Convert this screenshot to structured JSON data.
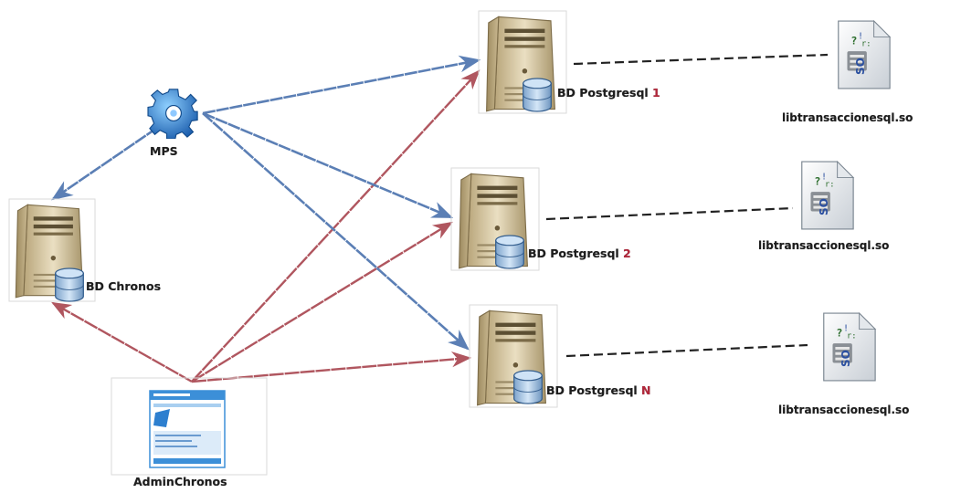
{
  "nodes": {
    "mps": {
      "label": "MPS"
    },
    "chronos_db": {
      "label": "BD Chronos"
    },
    "admin": {
      "label": "AdminChronos"
    },
    "pg_servers": [
      {
        "label": "BD Postgresql",
        "suffix": "1"
      },
      {
        "label": "BD Postgresql",
        "suffix": "2"
      },
      {
        "label": "BD Postgresql",
        "suffix": "N"
      }
    ],
    "library_files": [
      {
        "label": "libtransaccionesql.so",
        "badge": "SO"
      },
      {
        "label": "libtransaccionesql.so",
        "badge": "SO"
      },
      {
        "label": "libtransaccionesql.so",
        "badge": "SO"
      }
    ]
  },
  "colors": {
    "blue_arrow": "#5b7fb5",
    "red_arrow": "#b0565f",
    "dashed_line": "#222222",
    "server_body": "#d9c9a3",
    "db_cylinder": "#9fbfe0",
    "gear": "#2f7fd0",
    "number_red": "#b3263a"
  },
  "icons": {
    "mps": "gear-icon",
    "server": "server-tower-icon",
    "database": "database-cylinder-icon",
    "library": "shared-library-file-icon",
    "admin": "application-window-icon"
  }
}
